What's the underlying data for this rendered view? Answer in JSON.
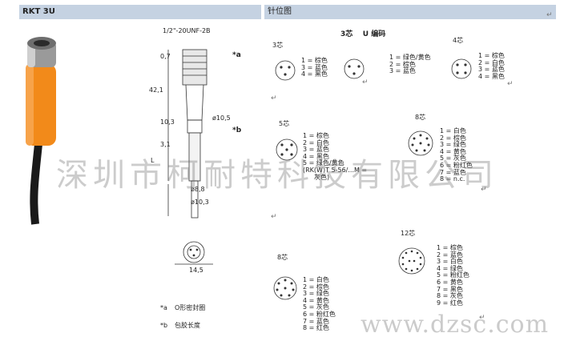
{
  "header": {
    "left_title": "RKT 3U",
    "right_title": "针位图"
  },
  "drawing": {
    "thread": "1/2\"-20UNF-2B",
    "dim_top": "0,7",
    "dim_length": "42,1",
    "dim_103": "10,3",
    "dim_31": "3,1",
    "dim_L": "L",
    "dim_dia105": "ø10,5",
    "dim_dia88": "ø8,8",
    "dim_dia103": "ø10,3",
    "dim_145": "14,5",
    "ref_a": "*a",
    "ref_b": "*b"
  },
  "notes": [
    {
      "ref": "*a",
      "text": "O形密封圈"
    },
    {
      "ref": "*b",
      "text": "包胶长度"
    }
  ],
  "pinout_title": "3芯    U 编码",
  "pinouts": {
    "p3a": {
      "label": "3芯",
      "pins": [
        "1 = 棕色",
        "3 = 蓝色",
        "4 = 黑色"
      ]
    },
    "p3u": {
      "pins": [
        "1 = 绿色/黄色",
        "2 = 棕色",
        "3 = 蓝色"
      ]
    },
    "p4": {
      "label": "4芯",
      "pins": [
        "1 = 棕色",
        "2 = 白色",
        "3 = 蓝色",
        "4 = 黑色"
      ]
    },
    "p5": {
      "label": "5芯",
      "pins": [
        "1 = 棕色",
        "2 = 白色",
        "3 = 蓝色",
        "4 = 黑色",
        "5 = 绿色/黄色"
      ],
      "extra": [
        "(RK(W)T 5-56/...M =",
        "灰色)"
      ]
    },
    "p8a": {
      "label": "8芯",
      "pins": [
        "1 = 白色",
        "2 = 棕色",
        "3 = 绿色",
        "4 = 黄色",
        "5 = 灰色",
        "6 = 粉红色",
        "7 = 蓝色",
        "8 = n.c."
      ]
    },
    "p12": {
      "label": "12芯",
      "pins": [
        "1 = 棕色",
        "2 = 蓝色",
        "3 = 白色",
        "4 = 绿色",
        "5 = 粉红色",
        "6 = 黄色",
        "7 = 黑色",
        "8 = 灰色",
        "9 = 红色"
      ]
    },
    "p8b": {
      "label": "8芯",
      "pins": [
        "1 = 白色",
        "2 = 棕色",
        "3 = 绿色",
        "4 = 黄色",
        "5 = 灰色",
        "6 = 粉红色",
        "7 = 蓝色",
        "8 = 红色"
      ]
    }
  },
  "watermarks": {
    "company": "深圳市柯耐特科技有限公司",
    "site": "www.dzsc.com"
  }
}
